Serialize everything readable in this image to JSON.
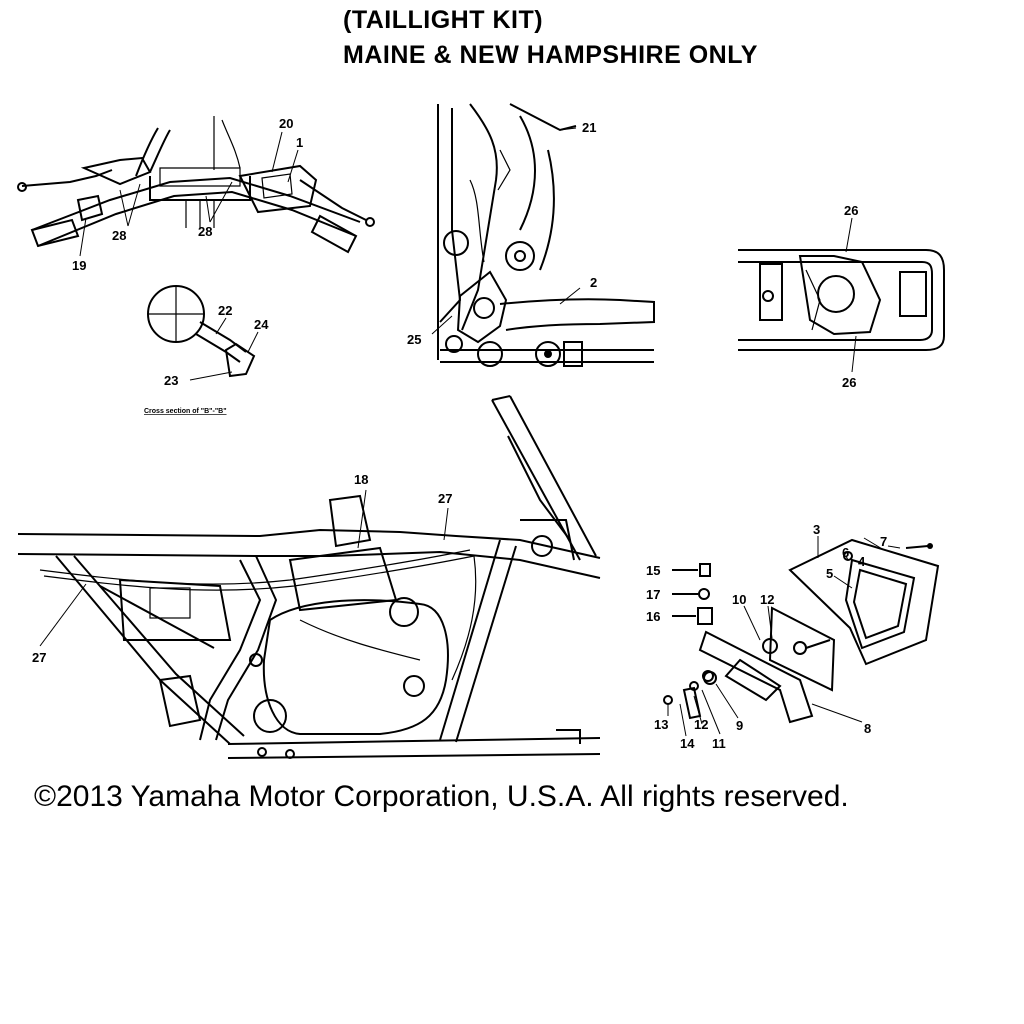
{
  "header": {
    "line1": "(TAILLIGHT KIT)",
    "line2": "MAINE & NEW HAMPSHIRE ONLY"
  },
  "footer": {
    "copyright": "©2013 Yamaha Motor Corporation, U.S.A. All rights reserved."
  },
  "views": {
    "cross_section_caption": "Cross section of \"B\"-\"B\""
  },
  "callouts": {
    "handlebar": [
      "20",
      "1",
      "28",
      "28",
      "19"
    ],
    "cross_section": [
      "22",
      "24",
      "23"
    ],
    "engine": [
      "21",
      "2",
      "25"
    ],
    "rear_frame": [
      "26",
      "26"
    ],
    "frame": [
      "18",
      "27",
      "27"
    ],
    "taillight": [
      "3",
      "7",
      "4",
      "6",
      "5",
      "15",
      "17",
      "16",
      "10",
      "12",
      "8",
      "9",
      "11",
      "12",
      "13",
      "14"
    ]
  }
}
